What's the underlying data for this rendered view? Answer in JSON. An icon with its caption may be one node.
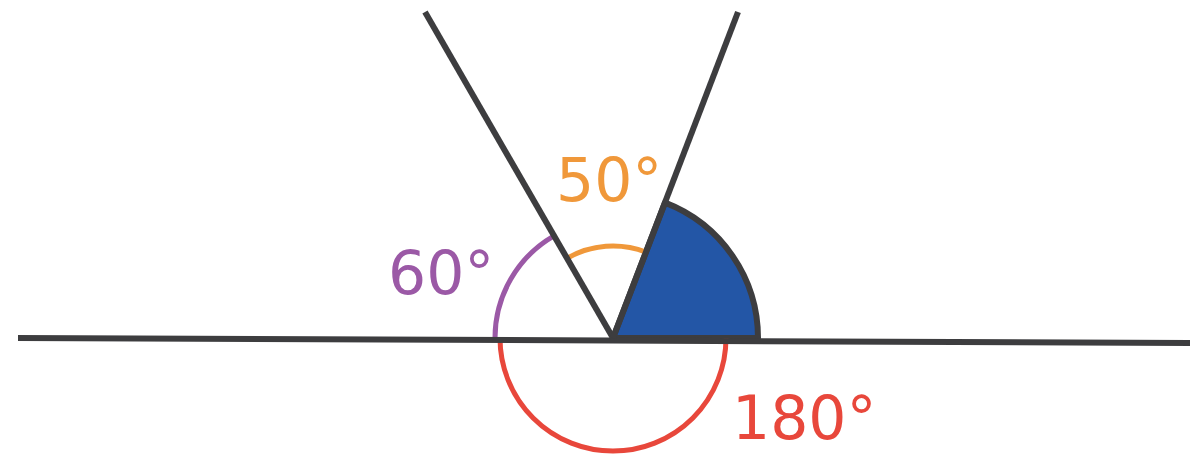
{
  "diagram": {
    "labels": [
      "50°",
      "60°",
      "180°"
    ]
  }
}
